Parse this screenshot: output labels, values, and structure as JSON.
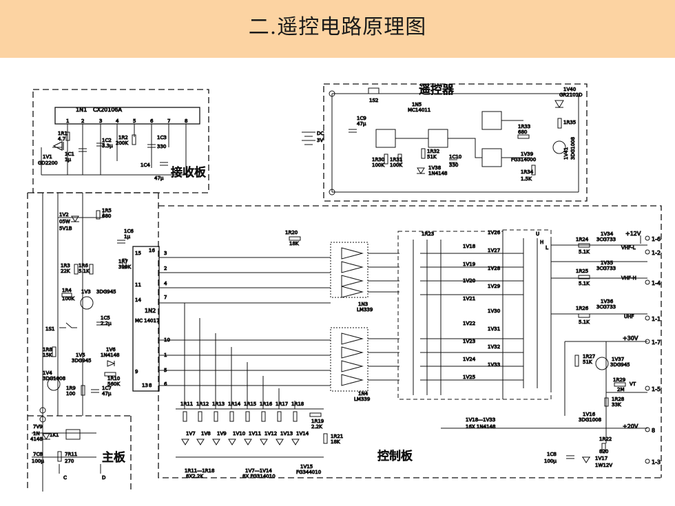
{
  "slide": {
    "title": "二.遥控电路原理图"
  },
  "boards": {
    "receiver": "接收板",
    "remote": "遥控器",
    "main": "主板",
    "control": "控制板"
  },
  "chips": {
    "cx": {
      "ref": "1N1",
      "part": "CX20106A",
      "pins": [
        "1",
        "2",
        "3",
        "4",
        "5",
        "6",
        "7",
        "8"
      ]
    },
    "mc14011": {
      "ref": "1N5",
      "part": "MC14011"
    },
    "mc14017": {
      "ref": "1N2",
      "part": "MC 14017",
      "left_pins": [
        "15",
        "11",
        "14"
      ],
      "right_pins": [
        "16",
        "3",
        "2",
        "4",
        "7",
        "10",
        "1",
        "5",
        "9",
        "13",
        "8",
        "6"
      ]
    },
    "lm339a": {
      "ref": "1N3",
      "part": "LM339"
    },
    "lm339b": {
      "ref": "1N4",
      "part": "LM339"
    }
  },
  "labels": {
    "r1": "1R1",
    "r1v": "4.7",
    "c1": "1C1",
    "c1v": "1μ",
    "c2": "1C2",
    "c2v": "3.3μ",
    "r2": "1R2",
    "r2v": "200K",
    "c3": "1C3",
    "c3v": "330",
    "c4": "1C4",
    "c4v": "47μ",
    "v1": "1V1",
    "v1p": "GD2200",
    "s2": "1S2",
    "dc": "DC",
    "dcv": "3V",
    "c9": "1C9",
    "c9v": "47μ",
    "r30": "1R30",
    "r30v": "100K",
    "r31": "1R31",
    "r31v": "100K",
    "r32": "1R32",
    "r32v": "51K",
    "c10": "1C10",
    "c10v": "330",
    "v38": "1V38",
    "v38p": "1N4148",
    "r33": "1R33",
    "r33v": "680",
    "r34": "1R34",
    "r34v": "1.5K",
    "v39": "1V39",
    "v39p": "FG314000",
    "v40": "1V40",
    "v40p": "GR2101D",
    "r35": "1R35",
    "v41": "1V41",
    "v41p": "3DG1008",
    "v2": "1V2",
    "v2p": "05W",
    "v2q": "5V1B",
    "r5": "1R5",
    "r5v": "680",
    "c6": "1C6",
    "c6v": "1μ",
    "r3": "1R3",
    "r3v": "22K",
    "r6": "1R6",
    "r6v": "5.1K",
    "r7": "1R7",
    "r7v": "390K",
    "r4": "1R4",
    "r4v": "100K",
    "v3": "1V3",
    "v3p": "3DG945",
    "s1": "1S1",
    "c5": "1C5",
    "c5v": "2.2μ",
    "r8": "1R8",
    "r8v": "15K",
    "v5": "1V5",
    "v5p": "3DG945",
    "v6": "1V6",
    "v6p": "1N4148",
    "v4": "1V4",
    "v4p": "3DG1008",
    "r10": "1R10",
    "r10v": "560K",
    "r9": "1R9",
    "r9v": "100",
    "c7": "1C7",
    "c7v": "47μ",
    "r20": "1R20",
    "r20v": "18K",
    "r23": "1R23",
    "v18": "1V18",
    "v19": "1V19",
    "v20": "1V20",
    "v21": "1V21",
    "v22": "1V22",
    "v23": "1V23",
    "v24": "1V24",
    "v25": "1V25",
    "v26": "1V26",
    "v27": "1V27",
    "v28": "1V28",
    "v29": "1V29",
    "v30": "1V30",
    "v31": "1V31",
    "v32": "1V32",
    "v33": "1V33",
    "u": "U",
    "h": "H",
    "l": "L",
    "r24": "1R24",
    "r24v": "5.1K",
    "r25": "1R25",
    "r25v": "5.1K",
    "r26": "1R26",
    "r26v": "5.1K",
    "v34": "1V34",
    "v34p": "3CG733",
    "v35": "1V35",
    "v35p": "3CG733",
    "v36": "1V36",
    "v36p": "3CG733",
    "p12v": "+12V",
    "vhfl": "VHF-L",
    "vhfh": "VHF-H",
    "uhf": "UHF",
    "p30v": "+30V",
    "r27": "1R27",
    "r27v": "51K",
    "v37": "1V37",
    "v37p": "3DG945",
    "r29": "1R29",
    "r29v": "2M",
    "vt": "VT",
    "r28": "1R28",
    "r28v": "33K",
    "v16": "1V16",
    "v16p": "3DG1008",
    "p20v": "+20V",
    "r22": "1R22",
    "r22v": "820",
    "c8": "1C8",
    "c8v": "100μ",
    "v17": "1V17",
    "v17p": "1W12V",
    "pin6": "1-6",
    "pin2": "1-2",
    "pin4": "1-4",
    "pin1": "1-1",
    "pin7": "1-7",
    "pin5": "1-5",
    "pin8": "8",
    "pin3": "1-3",
    "rlist": [
      "1R11",
      "1R12",
      "1R13",
      "1R14",
      "1R15",
      "1R16",
      "1R17",
      "1R18"
    ],
    "vlist": [
      "1V7",
      "1V8",
      "1V9",
      "1V10",
      "1V11",
      "1V12",
      "1V13",
      "1V14"
    ],
    "r11_18": "1R11—1R18",
    "r11_18v": "8X2.2K",
    "v7_14": "1V7—1V14",
    "v7_14v": "8X FG314010",
    "v15": "1V15",
    "v15p": "FG344010",
    "r19": "1R19",
    "r19v": "2.2K",
    "r21": "1R21",
    "r21v": "18K",
    "v18_33": "1V18—1V33",
    "v18_33v": "16X 1N4148",
    "v9": "7V9",
    "v9p1": "1N",
    "v9p2": "4148",
    "k1": "1K1",
    "c8m": "7C8",
    "c8mv": "100μ",
    "r11m": "7R11",
    "r11mv": "270",
    "c": "C",
    "d": "D"
  }
}
